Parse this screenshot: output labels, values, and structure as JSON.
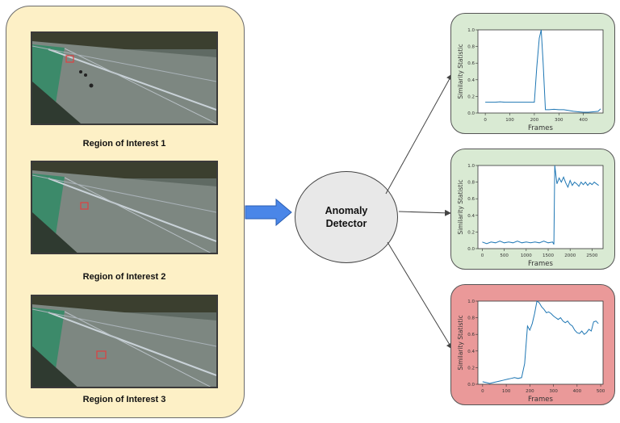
{
  "regions": [
    {
      "label": "Region of Interest 1"
    },
    {
      "label": "Region of Interest 2"
    },
    {
      "label": "Region of Interest 3"
    }
  ],
  "detector": {
    "label": "Anomaly\nDetector"
  },
  "colors": {
    "panel_bg": "#fdf0c6",
    "normal_card": "#d9ead3",
    "anomaly_card": "#ea9999",
    "arrow_fill": "#4a86e8",
    "line": "#1f77b4"
  },
  "chart_data": [
    {
      "type": "line",
      "xlabel": "Frames",
      "ylabel": "Similarity Statistic",
      "xlim": [
        -30,
        480
      ],
      "ylim": [
        0,
        1.0
      ],
      "xticks": [
        0,
        100,
        200,
        300,
        400
      ],
      "yticks": [
        0.0,
        0.2,
        0.4,
        0.6,
        0.8,
        1.0
      ],
      "status": "normal",
      "x": [
        0,
        20,
        40,
        60,
        80,
        100,
        120,
        140,
        160,
        180,
        200,
        210,
        220,
        228,
        236,
        245,
        260,
        280,
        300,
        320,
        340,
        360,
        380,
        400,
        420,
        440,
        460,
        470
      ],
      "y": [
        0.13,
        0.13,
        0.13,
        0.135,
        0.13,
        0.13,
        0.13,
        0.13,
        0.13,
        0.13,
        0.13,
        0.55,
        0.9,
        1.0,
        0.6,
        0.04,
        0.04,
        0.045,
        0.04,
        0.04,
        0.03,
        0.02,
        0.015,
        0.01,
        0.01,
        0.015,
        0.02,
        0.05
      ]
    },
    {
      "type": "line",
      "xlabel": "Frames",
      "ylabel": "Similarity Statistic",
      "xlim": [
        -100,
        2750
      ],
      "ylim": [
        0,
        1.0
      ],
      "xticks": [
        0,
        500,
        1000,
        1500,
        2000,
        2500
      ],
      "yticks": [
        0.0,
        0.2,
        0.4,
        0.6,
        0.8,
        1.0
      ],
      "status": "normal",
      "x": [
        0,
        100,
        200,
        300,
        400,
        500,
        600,
        700,
        800,
        900,
        1000,
        1100,
        1200,
        1300,
        1400,
        1500,
        1600,
        1630,
        1650,
        1700,
        1750,
        1800,
        1850,
        1900,
        1950,
        2000,
        2050,
        2100,
        2150,
        2200,
        2250,
        2300,
        2350,
        2400,
        2450,
        2500,
        2550,
        2600,
        2650
      ],
      "y": [
        0.08,
        0.06,
        0.08,
        0.07,
        0.09,
        0.07,
        0.08,
        0.07,
        0.09,
        0.07,
        0.08,
        0.07,
        0.08,
        0.07,
        0.09,
        0.07,
        0.08,
        0.05,
        1.0,
        0.78,
        0.85,
        0.8,
        0.86,
        0.79,
        0.74,
        0.82,
        0.76,
        0.8,
        0.78,
        0.75,
        0.8,
        0.77,
        0.8,
        0.76,
        0.79,
        0.77,
        0.8,
        0.78,
        0.76
      ]
    },
    {
      "type": "line",
      "xlabel": "Frames",
      "ylabel": "Similarity Statistic",
      "xlim": [
        -20,
        510
      ],
      "ylim": [
        0,
        1.0
      ],
      "xticks": [
        0,
        100,
        200,
        300,
        400,
        500
      ],
      "yticks": [
        0.0,
        0.2,
        0.4,
        0.6,
        0.8,
        1.0
      ],
      "status": "anomaly",
      "x": [
        0,
        15,
        30,
        45,
        60,
        75,
        90,
        105,
        120,
        135,
        150,
        165,
        178,
        190,
        200,
        210,
        220,
        230,
        240,
        250,
        260,
        270,
        280,
        290,
        300,
        310,
        320,
        330,
        340,
        350,
        360,
        370,
        380,
        390,
        400,
        410,
        420,
        430,
        440,
        450,
        460,
        470,
        480,
        490
      ],
      "y": [
        0.03,
        0.02,
        0.01,
        0.02,
        0.03,
        0.04,
        0.05,
        0.06,
        0.07,
        0.08,
        0.07,
        0.08,
        0.25,
        0.7,
        0.65,
        0.73,
        0.85,
        1.0,
        0.98,
        0.93,
        0.9,
        0.86,
        0.87,
        0.85,
        0.82,
        0.8,
        0.78,
        0.8,
        0.76,
        0.74,
        0.76,
        0.72,
        0.7,
        0.65,
        0.62,
        0.61,
        0.64,
        0.6,
        0.62,
        0.66,
        0.64,
        0.75,
        0.76,
        0.73
      ]
    }
  ]
}
